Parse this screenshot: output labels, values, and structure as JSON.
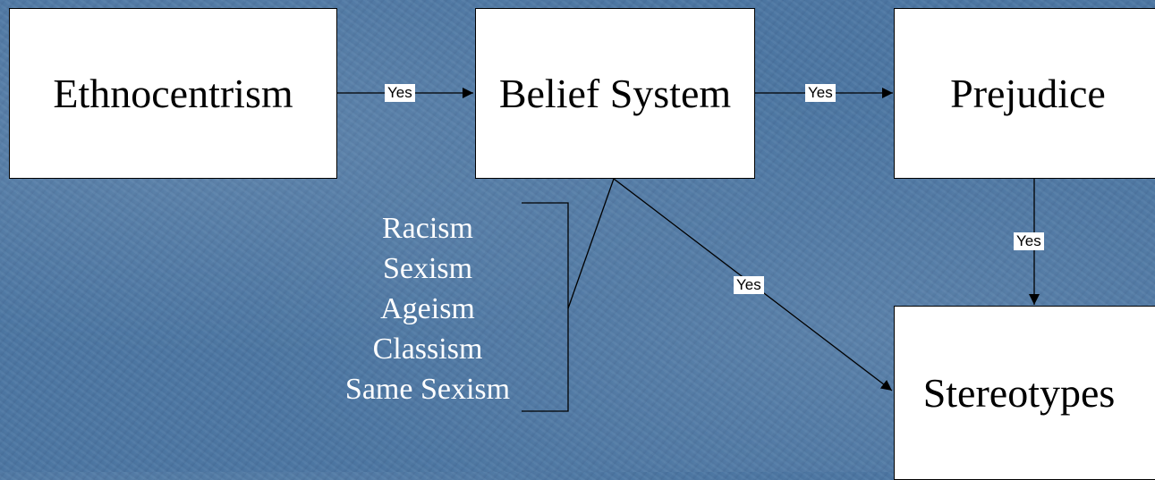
{
  "diagram": {
    "nodes": {
      "ethnocentrism": "Ethnocentrism",
      "belief_system": "Belief System",
      "prejudice": "Prejudice",
      "stereotypes": "Stereotypes"
    },
    "edge_labels": {
      "ethnocentrism_to_belief": "Yes",
      "belief_to_prejudice": "Yes",
      "prejudice_to_stereotypes": "Yes",
      "belief_to_stereotypes": "Yes"
    },
    "belief_examples": [
      "Racism",
      "Sexism",
      "Ageism",
      "Classism",
      "Same Sexism"
    ]
  },
  "colors": {
    "background": "#4c76a3",
    "box_fill": "#ffffff",
    "line": "#000000",
    "example_text": "#ffffff"
  }
}
